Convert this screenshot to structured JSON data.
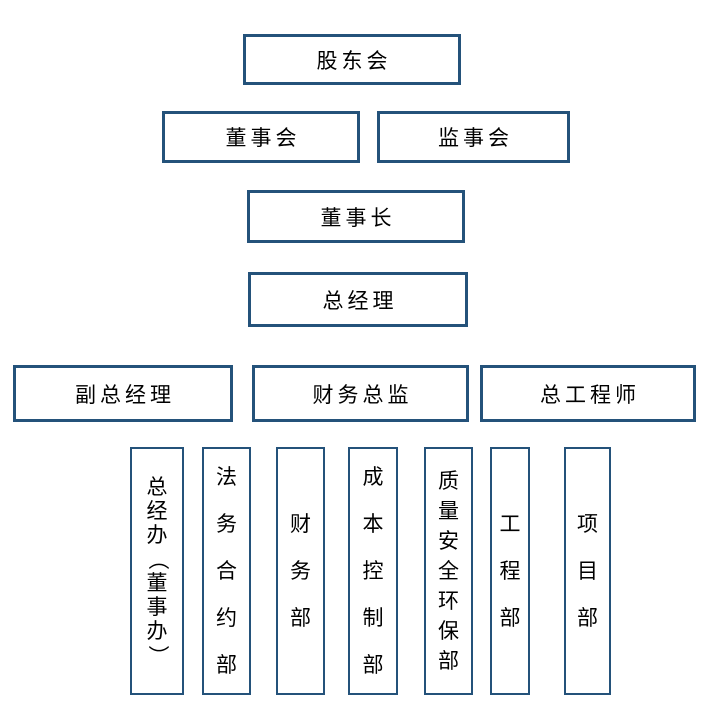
{
  "diagram": {
    "type": "org-chart",
    "background_color": "#FFFFFF",
    "border_color": "#24527A",
    "text_color": "#000000",
    "levels": [
      {
        "name": "shareholders",
        "nodes": [
          {
            "id": "shareholders-meeting",
            "label": "股东会"
          }
        ]
      },
      {
        "name": "boards",
        "nodes": [
          {
            "id": "board-of-directors",
            "label": "董事会"
          },
          {
            "id": "supervisory-board",
            "label": "监事会"
          }
        ]
      },
      {
        "name": "chairman-level",
        "nodes": [
          {
            "id": "chairman",
            "label": "董事长"
          }
        ]
      },
      {
        "name": "general-manager-level",
        "nodes": [
          {
            "id": "general-manager",
            "label": "总经理"
          }
        ]
      },
      {
        "name": "executives",
        "nodes": [
          {
            "id": "deputy-general-manager",
            "label": "副总经理"
          },
          {
            "id": "finance-director",
            "label": "财务总监"
          },
          {
            "id": "chief-engineer",
            "label": "总工程师"
          }
        ]
      },
      {
        "name": "departments",
        "nodes": [
          {
            "id": "gm-office",
            "label": "总经办（董事办）"
          },
          {
            "id": "legal-contracts-dept",
            "label": "法务合约部"
          },
          {
            "id": "finance-dept",
            "label": "财务部"
          },
          {
            "id": "cost-control-dept",
            "label": "成本控制部"
          },
          {
            "id": "quality-safety-env-dept",
            "label": "质量安全环保部"
          },
          {
            "id": "engineering-dept",
            "label": "工程部"
          },
          {
            "id": "project-dept",
            "label": "项目部"
          }
        ]
      }
    ]
  }
}
